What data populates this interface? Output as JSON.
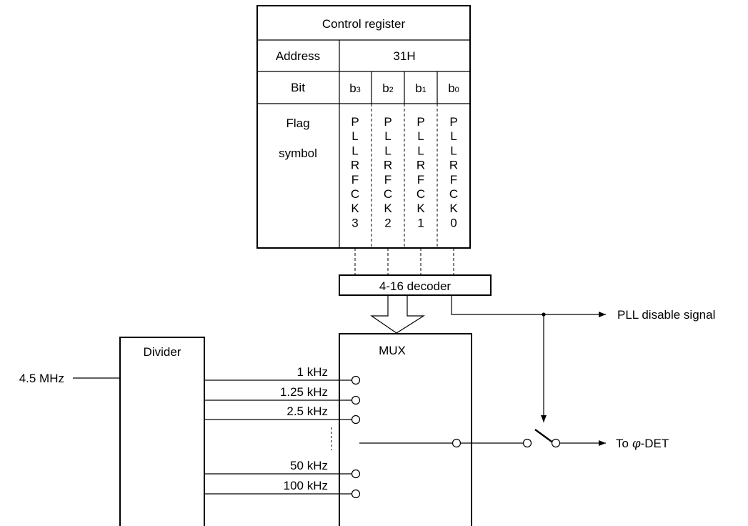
{
  "register": {
    "title": "Control register",
    "address_label": "Address",
    "address_value": "31H",
    "bit_label": "Bit",
    "bits": [
      {
        "main": "b",
        "sub": "3"
      },
      {
        "main": "b",
        "sub": "2"
      },
      {
        "main": "b",
        "sub": "1"
      },
      {
        "main": "b",
        "sub": "0"
      }
    ],
    "flag_label_1": "Flag",
    "flag_label_2": "symbol",
    "flags": [
      "PLLRFCK3",
      "PLLRFCK2",
      "PLLRFCK1",
      "PLLRFCK0"
    ]
  },
  "decoder": {
    "label": "4-16 decoder"
  },
  "mux": {
    "label": "MUX"
  },
  "divider": {
    "label": "Divider",
    "input": "4.5 MHz",
    "outputs": [
      "1 kHz",
      "1.25 kHz",
      "2.5 kHz",
      "50 kHz",
      "100 kHz"
    ]
  },
  "signals": {
    "pll_disable": "PLL disable signal",
    "to_det_prefix": "To ",
    "to_det_symbol": "φ",
    "to_det_suffix": "-DET"
  }
}
